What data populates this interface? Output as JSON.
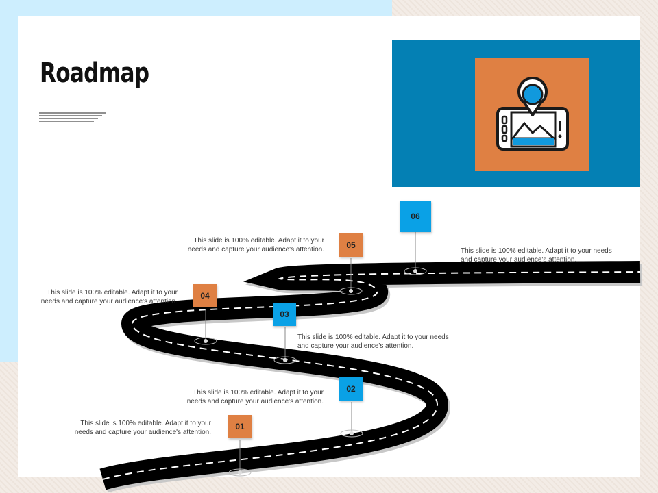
{
  "title": "Roadmap",
  "colors": {
    "accent_orange": "#df8043",
    "accent_blue": "#0aa1e6",
    "hero_blue": "#0480b4",
    "light_blue": "#cdeefe",
    "road": "#000000"
  },
  "hero": {
    "icon": "map-location-phone-icon"
  },
  "milestones": [
    {
      "label": "01",
      "text": "This slide is 100% editable. Adapt it to your needs and capture your audience's attention."
    },
    {
      "label": "02",
      "text": "This slide is 100% editable. Adapt it to your needs and capture your audience's attention."
    },
    {
      "label": "03",
      "text": "This slide is 100% editable. Adapt it to your needs and capture your audience's attention."
    },
    {
      "label": "04",
      "text": "This slide is 100% editable. Adapt it to your needs and capture your audience's attention."
    },
    {
      "label": "05",
      "text": "This slide is 100% editable. Adapt it to your needs and capture your audience's attention."
    },
    {
      "label": "06",
      "text": "This slide is 100% editable. Adapt it to your needs and capture your audience's attention."
    }
  ]
}
